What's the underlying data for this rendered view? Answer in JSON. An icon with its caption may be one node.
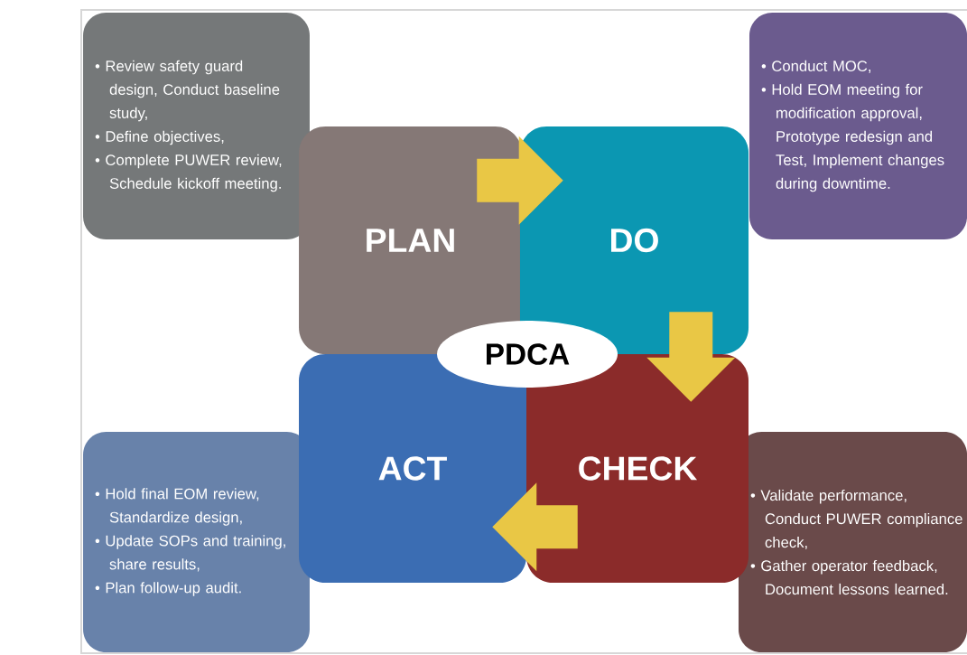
{
  "diagram": {
    "nodes": [
      {
        "text": [
          "• Review safety guard design, Conduct baseline study,",
          "• Define objectives,",
          "• Complete PUWER review, Schedule kickoff meeting."
        ]
      },
      {
        "text": [
          "PLAN"
        ]
      },
      {
        "text": [
          "DO"
        ]
      },
      {
        "text": [
          "• Conduct MOC,",
          "• Hold EOM meeting for modification approval, Prototype redesign and Test, Implement changes during downtime."
        ]
      },
      {
        "text": [
          "PDCA"
        ]
      },
      {
        "text": [
          "ACT"
        ]
      },
      {
        "text": [
          "CHECK"
        ]
      },
      {
        "text": [
          "• Hold final EOM review, Standardize design,",
          "• Update SOPs and training, share results,",
          "• Plan follow-up audit."
        ]
      },
      {
        "text": [
          "• Validate performance, Conduct PUWER compliance check,",
          "• Gather operator feedback, Document lessons learned."
        ]
      }
    ],
    "edges": [
      {
        "from": 1,
        "to": 2,
        "arrow": "to"
      },
      {
        "from": 2,
        "to": 6,
        "arrow": "to"
      },
      {
        "from": 6,
        "to": 5,
        "arrow": "to"
      }
    ]
  }
}
